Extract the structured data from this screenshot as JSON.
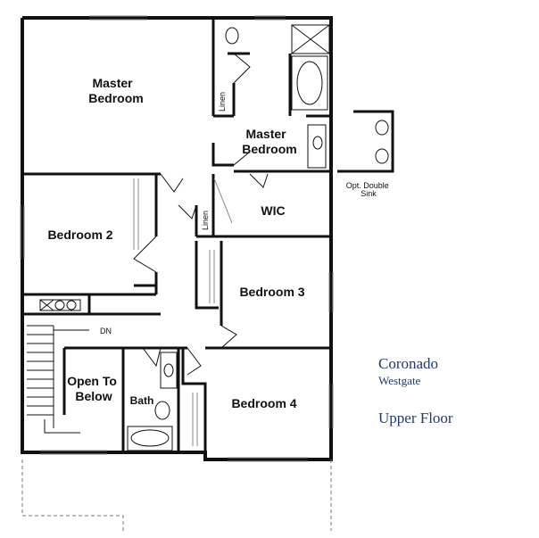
{
  "rooms": {
    "master_bedroom": [
      "Master",
      "Bedroom"
    ],
    "master_bath": [
      "Master",
      "Bedroom"
    ],
    "linen_1": "Linen",
    "linen_2": "Linen",
    "wic": "WIC",
    "bedroom2": "Bedroom 2",
    "bedroom3": "Bedroom 3",
    "bedroom4": "Bedroom 4",
    "open_to_below": [
      "Open To",
      "Below"
    ],
    "bath": "Bath",
    "dn": "DN",
    "opt_sink": [
      "Opt. Double",
      "Sink"
    ]
  },
  "titles": {
    "model": "Coronado",
    "series": "Westgate",
    "floor": "Upper Floor"
  },
  "colors": {
    "wall": "#111111",
    "title": "#1f3a6b"
  }
}
